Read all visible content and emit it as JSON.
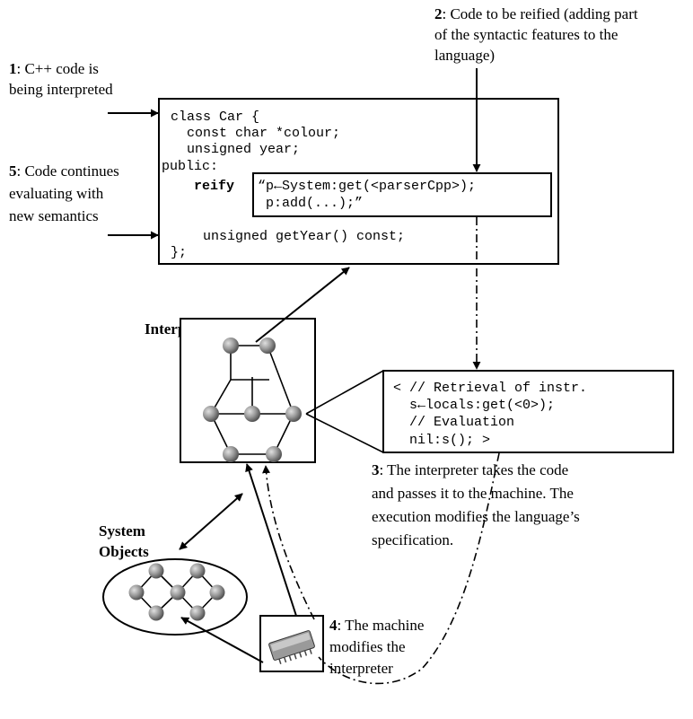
{
  "annotations": {
    "a1": {
      "num": "1",
      "lines": [
        ": C++ code is",
        "being interpreted"
      ]
    },
    "a2": {
      "num": "2",
      "lines": [
        ": Code to be reified (adding part",
        "of the syntactic features to the",
        "language)"
      ]
    },
    "a3": {
      "num": "3",
      "lines": [
        ": The interpreter takes the code",
        "and passes it to the machine. The",
        "execution modifies the language’s",
        "specification."
      ]
    },
    "a4": {
      "num": "4",
      "lines": [
        ": The machine",
        "modifies the",
        "interpreter"
      ]
    },
    "a5": {
      "num": "5",
      "lines": [
        ": Code continues",
        "evaluating with",
        "new semantics"
      ]
    }
  },
  "code_box": {
    "lines": [
      "class Car {",
      "  const char *colour;",
      "  unsigned year;",
      "public:"
    ],
    "reify_keyword": "reify",
    "reify_lines": [
      "“p←System:get(<parserCpp>);",
      " p:add(...);”"
    ],
    "after_lines": [
      "  unsigned getYear() const;",
      "};"
    ]
  },
  "labels": {
    "interpreter": "Interpreter",
    "system_objects": [
      "System",
      "Objects"
    ]
  },
  "instr_box": {
    "lines": [
      "< // Retrieval of instr.",
      "  s←locals:get(<0>);",
      "  // Evaluation",
      "  nil:s(); >"
    ]
  },
  "colors": {
    "node": "#8a8a8a",
    "chip": "#9a9a9a"
  },
  "icons": {
    "machine": "chip-icon"
  }
}
